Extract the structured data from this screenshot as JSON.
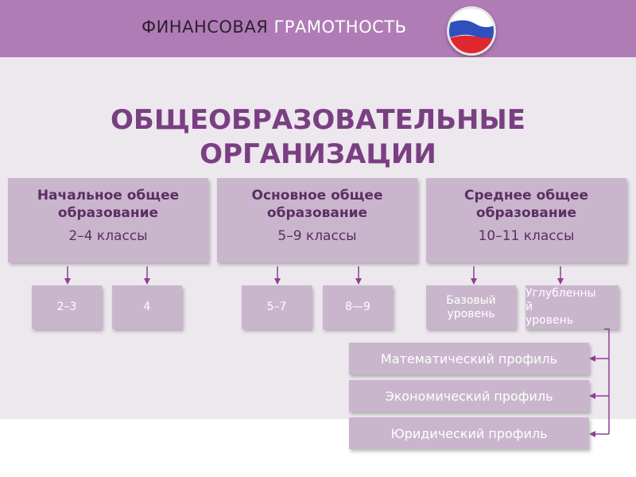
{
  "header": {
    "title_word1": "ФИНАНСОВАЯ",
    "title_word2": "ГРАМОТНОСТЬ",
    "logo_icon": "russian-flag-icon",
    "background_color": "#b07cb6"
  },
  "main_title": {
    "line1": "ОБЩЕОБРАЗОВАТЕЛЬНЫЕ",
    "line2": "ОРГАНИЗАЦИИ"
  },
  "levels": [
    {
      "title_line1": "Начальное общее",
      "title_line2": "образование",
      "grades": "2–4 классы"
    },
    {
      "title_line1": "Основное общее",
      "title_line2": "образование",
      "grades": "5–9 классы"
    },
    {
      "title_line1": "Среднее общее",
      "title_line2": "образование",
      "grades": "10–11 классы"
    }
  ],
  "sub_levels": [
    {
      "label": "2–3"
    },
    {
      "label": "4"
    },
    {
      "label": "5–7"
    },
    {
      "label": "8—9"
    },
    {
      "line1": "Базовый",
      "line2": "уровень"
    },
    {
      "line1": "Углубленны",
      "line2": "й",
      "line3": "уровень"
    }
  ],
  "profiles": [
    "Математический профиль",
    "Экономический профиль",
    "Юридический профиль"
  ],
  "colors": {
    "accent": "#7a3f82",
    "box_fill": "#c9b6cc",
    "arrow": "#8e3f94",
    "content_background": "#ede7ee"
  }
}
